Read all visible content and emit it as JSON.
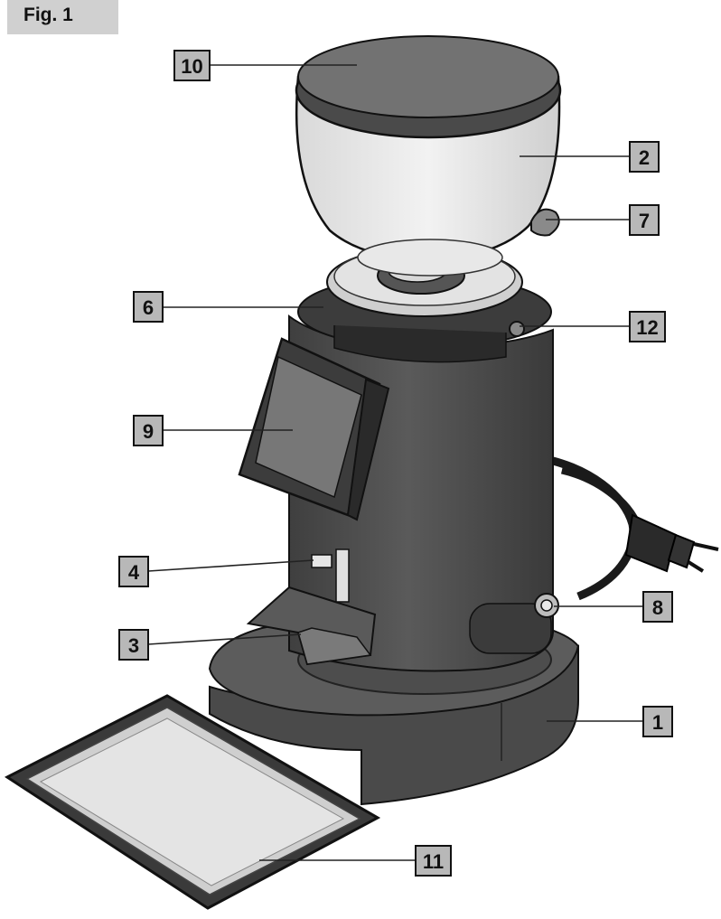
{
  "figure": {
    "label": "Fig. 1"
  },
  "callouts": [
    {
      "id": "10",
      "label": "10"
    },
    {
      "id": "2",
      "label": "2"
    },
    {
      "id": "7",
      "label": "7"
    },
    {
      "id": "6",
      "label": "6"
    },
    {
      "id": "12",
      "label": "12"
    },
    {
      "id": "9",
      "label": "9"
    },
    {
      "id": "4",
      "label": "4"
    },
    {
      "id": "8",
      "label": "8"
    },
    {
      "id": "3",
      "label": "3"
    },
    {
      "id": "1",
      "label": "1"
    },
    {
      "id": "11",
      "label": "11"
    }
  ]
}
